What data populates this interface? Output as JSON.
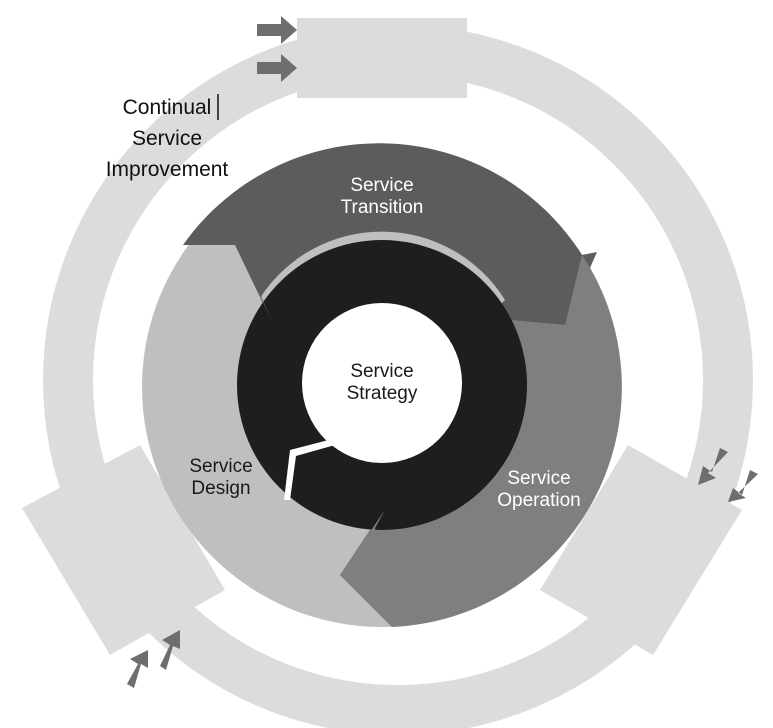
{
  "colors": {
    "background": "#ffffff",
    "outer_ring": "#dcdcdc",
    "service_design": "#bfbfbf",
    "service_transition": "#5c5c5c",
    "service_operation": "#7f7f7f",
    "core_ring": "#1e1e1e",
    "strategy_center": "#ffffff",
    "arrow_marks": "#6e6e6e"
  },
  "labels": {
    "csi": {
      "line1": "Continual",
      "line2": "Service",
      "line3": "Improvement"
    },
    "transition": {
      "line1": "Service",
      "line2": "Transition"
    },
    "operation": {
      "line1": "Service",
      "line2": "Operation"
    },
    "design": {
      "line1": "Service",
      "line2": "Design"
    },
    "strategy": {
      "line1": "Service",
      "line2": "Strategy"
    }
  },
  "icons": {
    "csi_input_arrows": "double-right-arrow-icon",
    "csi_right_arrows": "double-down-left-arrow-icon",
    "csi_left_arrows": "double-up-right-arrow-icon"
  }
}
